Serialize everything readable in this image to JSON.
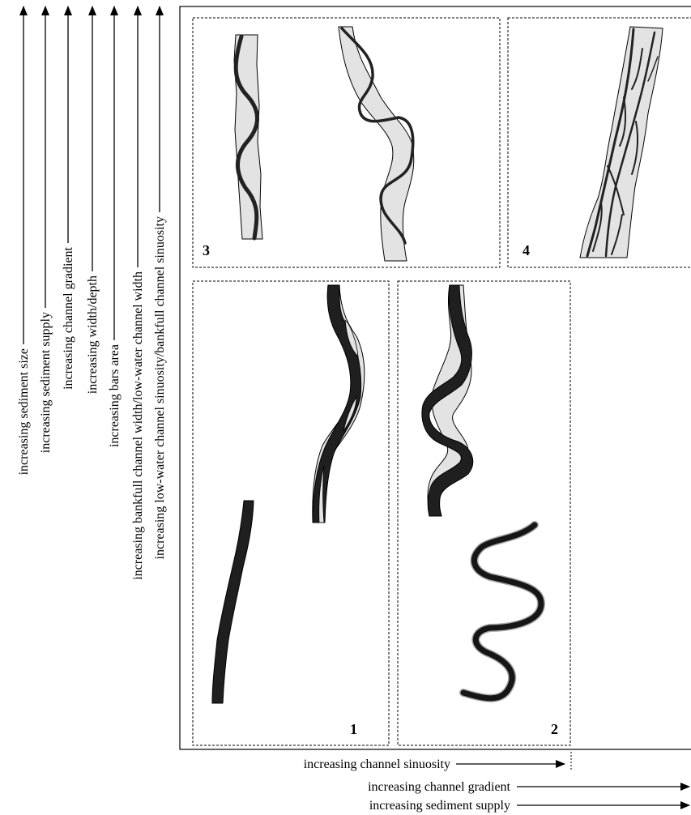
{
  "vertical_axes": [
    {
      "label": "increasing sediment size"
    },
    {
      "label": "increasing sediment supply"
    },
    {
      "label": "increasing channel gradient"
    },
    {
      "label": "increasing width/depth"
    },
    {
      "label": "increasing bars area"
    },
    {
      "label": "increasing bankfull channel width/low-water channel width"
    },
    {
      "label": "increasing low-water channel sinuosity/bankfull channel sinuosity"
    }
  ],
  "horizontal_axes": [
    {
      "label": "increasing channel sinuosity"
    },
    {
      "label": "increasing channel gradient"
    },
    {
      "label": "increasing sediment supply"
    }
  ],
  "panels": {
    "p1": {
      "number": "1"
    },
    "p2": {
      "number": "2"
    },
    "p3": {
      "number": "3"
    },
    "p4": {
      "number": "4"
    }
  }
}
